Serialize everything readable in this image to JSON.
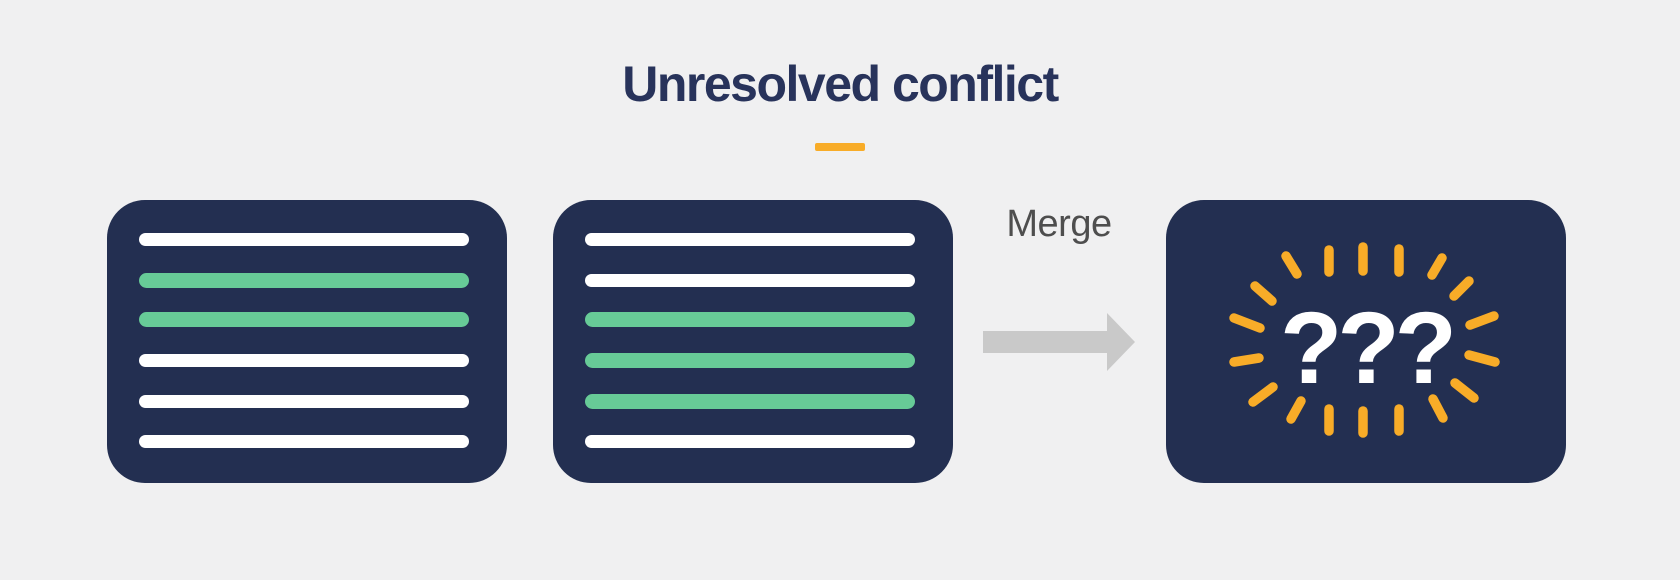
{
  "title": {
    "text": "Unresolved conflict"
  },
  "palette": {
    "background": "#f0f0f1",
    "title_navy": "#28335B",
    "card_navy": "#232F51",
    "line_white": "#ffffff",
    "line_green": "#67CB97",
    "accent_orange": "#F8AC28",
    "arrow_gray": "#C9C9C9",
    "merge_text": "#4E4E4E"
  },
  "cards": [
    {
      "id": "version-a",
      "lines": [
        "white",
        "green",
        "green",
        "white",
        "white",
        "white"
      ]
    },
    {
      "id": "version-b",
      "lines": [
        "white",
        "white",
        "green",
        "green",
        "green",
        "white"
      ]
    }
  ],
  "merge": {
    "label": "Merge"
  },
  "result_card": {
    "text": "???",
    "burst_icon": "emphasis-burst-icon",
    "burst_rays": [
      [
        120,
        56,
        131,
        74
      ],
      [
        163,
        50,
        163,
        72
      ],
      [
        197,
        47,
        197,
        71
      ],
      [
        233,
        49,
        233,
        72
      ],
      [
        266,
        75,
        276,
        58
      ],
      [
        89,
        86,
        106,
        101
      ],
      [
        288,
        96,
        303,
        81
      ],
      [
        68,
        118,
        94,
        128
      ],
      [
        304,
        125,
        328,
        116
      ],
      [
        68,
        162,
        93,
        158
      ],
      [
        303,
        155,
        329,
        162
      ],
      [
        87,
        202,
        107,
        187
      ],
      [
        289,
        183,
        308,
        198
      ],
      [
        125,
        219,
        135,
        201
      ],
      [
        163,
        209,
        163,
        231
      ],
      [
        197,
        211,
        197,
        233
      ],
      [
        233,
        209,
        233,
        231
      ],
      [
        267,
        199,
        277,
        218
      ]
    ]
  }
}
